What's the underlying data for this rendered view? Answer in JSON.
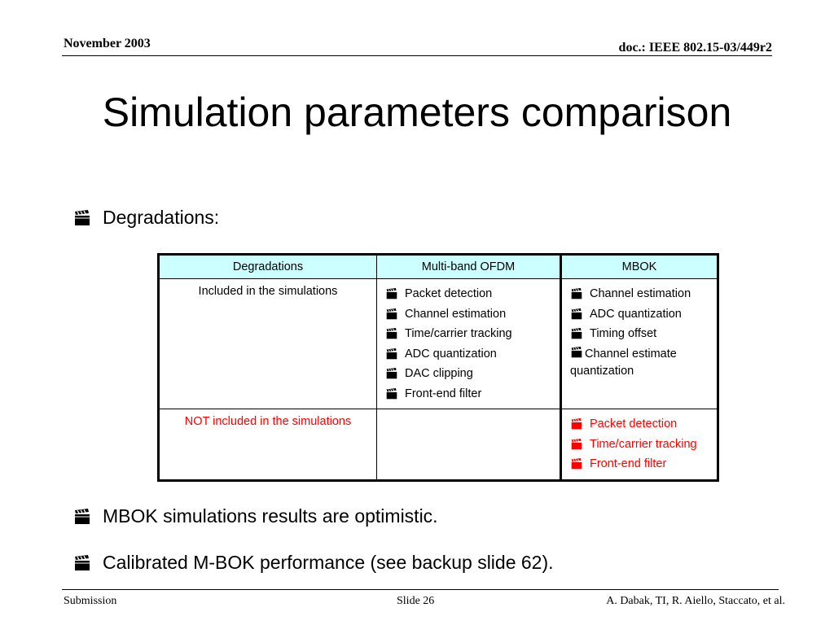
{
  "header": {
    "date": "November 2003",
    "doc": "doc.: IEEE 802.15-03/449r2"
  },
  "title": "Simulation parameters comparison",
  "bullets": [
    "Degradations:",
    "MBOK simulations results are optimistic.",
    "Calibrated M-BOK performance (see backup slide 62)."
  ],
  "table": {
    "headers": [
      "Degradations",
      "Multi-band OFDM",
      "MBOK"
    ],
    "rows": [
      {
        "label": "Included in the simulations",
        "ofdm": [
          "Packet detection",
          "Channel estimation",
          "Time/carrier tracking",
          "ADC quantization",
          "DAC clipping",
          "Front-end filter"
        ],
        "mbok": [
          "Channel estimation",
          "ADC quantization",
          "Timing offset",
          "Channel estimate quantization"
        ]
      },
      {
        "label": "NOT included in the simulations",
        "ofdm": [],
        "mbok": [
          "Packet detection",
          "Time/carrier tracking",
          "Front-end filter"
        ]
      }
    ]
  },
  "footer": {
    "left": "Submission",
    "center": "Slide 26",
    "right": "A. Dabak, TI, R. Aiello, Staccato, et al."
  },
  "colors": {
    "header_fill": "#ccffff",
    "not_included_text": "#ff0000",
    "accent_icon": "#000000"
  },
  "icons": {
    "bullet": "clapperboard-icon"
  }
}
